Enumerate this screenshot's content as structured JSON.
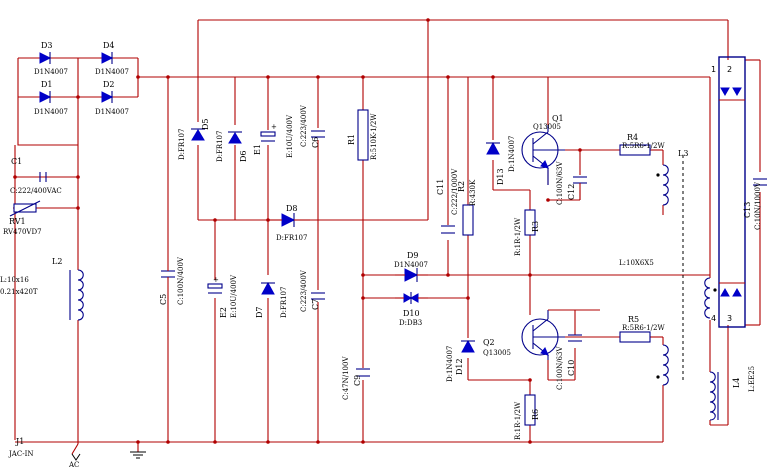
{
  "diagram": {
    "bridge": {
      "d3": "D3",
      "d3v": "D1N4007",
      "d4": "D4",
      "d4v": "D1N4007",
      "d1": "D1",
      "d1v": "D1N4007",
      "d2": "D2",
      "d2v": "D1N4007"
    },
    "c1": "C1",
    "c1v": "C:222/400VAC",
    "rv1": "RV1",
    "rv1v": "RV470VD7",
    "l2": "L2",
    "l2v1": "L:10x16",
    "l2v2": "0.21x420T",
    "j1": "J1",
    "j1v": "JAC-IN",
    "ac": "AC",
    "d5": "D5",
    "d5v": "D:FR107",
    "d6": "D6",
    "d6v": "D:FR107",
    "c5": "C5",
    "c5v": "C:100N/400V",
    "e1": "E1",
    "e1v": "E:10U/400V",
    "e2": "E2",
    "e2v": "E:10U/400V",
    "c6": "C6",
    "c6v": "C:223/400V",
    "c7": "C7",
    "c7v": "C:223/400V",
    "d8": "D8",
    "d8v": "D:FR107",
    "d7": "D7",
    "d7v": "D:FR107",
    "r1": "R1",
    "r1v": "R:510K-1/2W",
    "c9": "C9",
    "c9v": "C:47N/100V",
    "c11": "C11",
    "c11v": "C:222/1000V",
    "r2": "R2",
    "r2v": "R:430K",
    "d9": "D9",
    "d9v": "D1N4007",
    "d10": "D10",
    "d10v": "D:DB3",
    "d13": "D13",
    "d13v": "D:1N4007",
    "d12": "D12",
    "d12v": "D:1N4007",
    "q1": "Q1",
    "q1v": "Q13005",
    "q2": "Q2",
    "q2v": "Q13005",
    "c12": "C12",
    "c12v": "C:100N/63V",
    "c10": "C10",
    "c10v": "C:100N/63V",
    "r3": "R3",
    "r3v": "R:1R-1/2W",
    "r6": "R6",
    "r6v": "R:1R-1/2W",
    "r4": "R4",
    "r4v": "R:5R6-1/2W",
    "r5": "R5",
    "r5v": "R:5R6-1/2W",
    "l3": "L3",
    "l3v": "L:10X6X5",
    "c13": "C13",
    "c13v": "C:10N/1000V",
    "l4": "L4",
    "l4v": "L:EE25",
    "lamp_pin1": "1",
    "lamp_pin2": "2",
    "lamp_pin3": "3",
    "lamp_pin4": "4",
    "plus": "+"
  }
}
